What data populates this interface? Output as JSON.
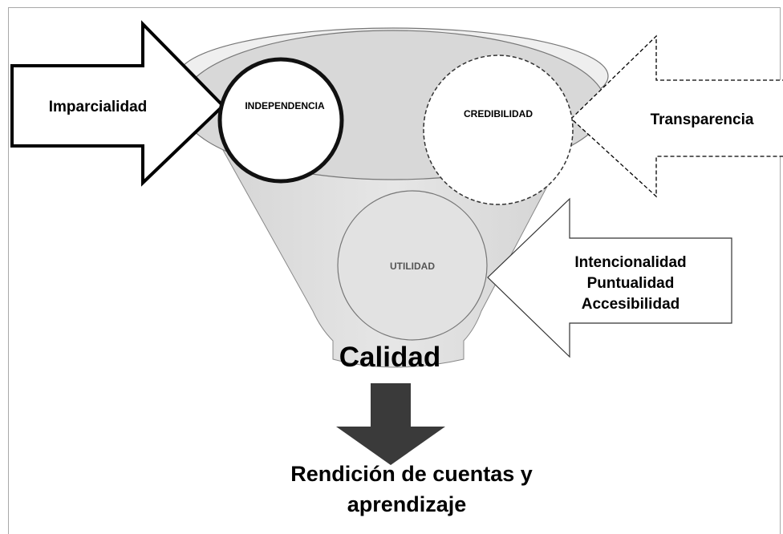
{
  "inputs": {
    "left": "Imparcialidad",
    "right_top": "Transparencia",
    "right_bottom": [
      "Intencionalidad",
      "Puntualidad",
      "Accesibilidad"
    ]
  },
  "circles": {
    "independencia": "INDEPENDENCIA",
    "credibilidad": "CREDIBILIDAD",
    "utilidad": "UTILIDAD"
  },
  "funnel": {
    "neck_label": "Calidad"
  },
  "output": {
    "lines": [
      "Rendición de cuentas y",
      "aprendizaje"
    ]
  }
}
